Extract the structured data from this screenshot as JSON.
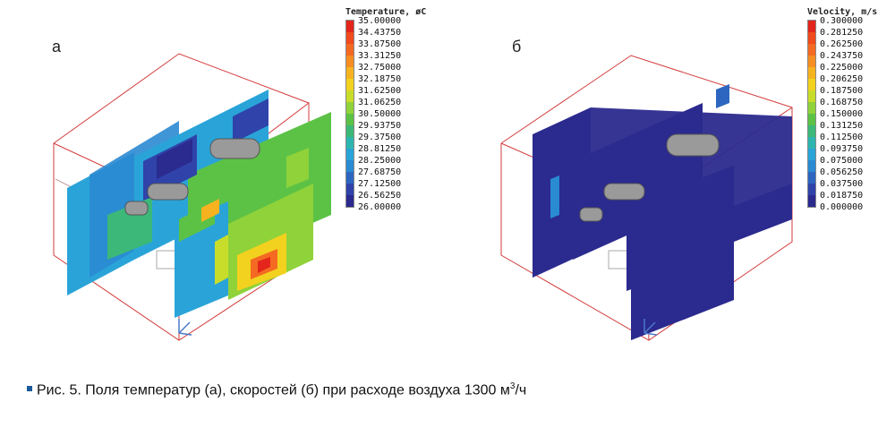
{
  "panel_a": {
    "letter": "а",
    "legend": {
      "title": "Temperature, øC",
      "ticks": [
        "35.00000",
        "34.43750",
        "33.87500",
        "33.31250",
        "32.75000",
        "32.18750",
        "31.62500",
        "31.06250",
        "30.50000",
        "29.93750",
        "29.37500",
        "28.81250",
        "28.25000",
        "27.68750",
        "27.12500",
        "26.56250",
        "26.00000"
      ]
    }
  },
  "panel_b": {
    "letter": "б",
    "legend": {
      "title": "Velocity, m/s",
      "ticks": [
        "0.300000",
        "0.281250",
        "0.262500",
        "0.243750",
        "0.225000",
        "0.206250",
        "0.187500",
        "0.168750",
        "0.150000",
        "0.131250",
        "0.112500",
        "0.093750",
        "0.075000",
        "0.056250",
        "0.037500",
        "0.018750",
        "0.000000"
      ]
    }
  },
  "colors": {
    "scale": [
      "#e3251b",
      "#f04a1d",
      "#f46a22",
      "#f78e22",
      "#f7b31f",
      "#f2d21e",
      "#c8dc2a",
      "#8fd23a",
      "#5cc246",
      "#3cb879",
      "#2db6b0",
      "#2aa4d8",
      "#2a8ad2",
      "#2d66c0",
      "#2f43aa",
      "#2b2a8e"
    ],
    "box_edge": "#d33b3b",
    "wall_low": "#2b2a8e"
  },
  "caption": {
    "prefix": "Рис. 5. Поля температур (а), скоростей (б) при расходе воздуха 1300 м",
    "sup": "3",
    "suffix": "/ч"
  }
}
